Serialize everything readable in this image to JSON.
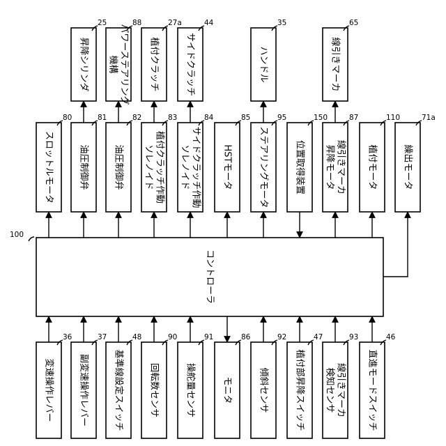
{
  "controller": {
    "ref": "100",
    "label": "コントローラ"
  },
  "top_row": [
    {
      "ref": "25",
      "lines": [
        "昇降シリンダ"
      ]
    },
    {
      "ref": "88",
      "lines": [
        "パワーステアリング",
        "機構"
      ]
    },
    {
      "ref": "27a",
      "lines": [
        "植付クラッチ"
      ]
    },
    {
      "ref": "44",
      "lines": [
        "サイドクラッチ"
      ]
    },
    {
      "ref": "35",
      "lines": [
        "ハンドル"
      ]
    },
    {
      "ref": "65",
      "lines": [
        "線引きマーカ"
      ]
    }
  ],
  "middle_row": [
    {
      "ref": "80",
      "lines": [
        "スロットルモータ"
      ]
    },
    {
      "ref": "81",
      "lines": [
        "油圧制御弁"
      ]
    },
    {
      "ref": "82",
      "lines": [
        "油圧制御弁"
      ]
    },
    {
      "ref": "83",
      "lines": [
        "植付クラッチ作動",
        "ソレノイド"
      ]
    },
    {
      "ref": "84",
      "lines": [
        "サイドクラッチ作動",
        "ソレノイド"
      ]
    },
    {
      "ref": "85",
      "lines": [
        "HSTモータ"
      ]
    },
    {
      "ref": "95",
      "lines": [
        "ステアリングモータ"
      ]
    },
    {
      "ref": "150",
      "lines": [
        "位置取得装置"
      ]
    },
    {
      "ref": "87",
      "lines": [
        "線引きマーカ",
        "昇降モータ"
      ]
    },
    {
      "ref": "110",
      "lines": [
        "植付モータ"
      ]
    },
    {
      "ref": "71a",
      "lines": [
        "繰出モータ"
      ]
    }
  ],
  "bottom_row": [
    {
      "ref": "36",
      "lines": [
        "変速操作レバー"
      ]
    },
    {
      "ref": "37",
      "lines": [
        "副変速操作レバー"
      ]
    },
    {
      "ref": "48",
      "lines": [
        "基準線設定スイッチ"
      ]
    },
    {
      "ref": "90",
      "lines": [
        "回転数センサ"
      ]
    },
    {
      "ref": "91",
      "lines": [
        "操舵量センサ"
      ]
    },
    {
      "ref": "86",
      "lines": [
        "モニタ"
      ]
    },
    {
      "ref": "92",
      "lines": [
        "傾斜センサ"
      ]
    },
    {
      "ref": "47",
      "lines": [
        "植付部昇降スイッチ"
      ]
    },
    {
      "ref": "93",
      "lines": [
        "線引きマーカ",
        "検知センサ"
      ]
    },
    {
      "ref": "46",
      "lines": [
        "直進モードスイッチ"
      ]
    }
  ]
}
